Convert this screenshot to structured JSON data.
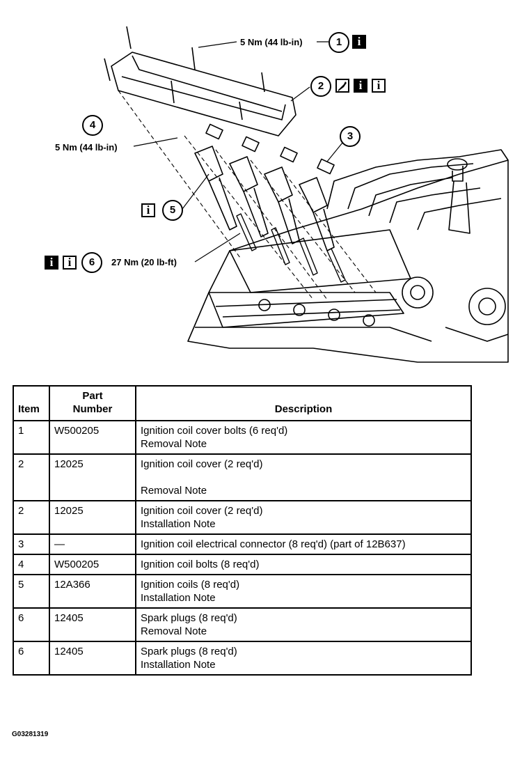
{
  "figure": {
    "callouts": [
      {
        "number": "1",
        "torque": "5 Nm (44 lb-in)",
        "icons": [
          "info-solid"
        ]
      },
      {
        "number": "2",
        "torque": "",
        "icons": [
          "wrench-outline",
          "info-solid",
          "info-outline"
        ]
      },
      {
        "number": "3",
        "torque": "",
        "icons": []
      },
      {
        "number": "4",
        "torque": "5 Nm (44 lb-in)",
        "icons": []
      },
      {
        "number": "5",
        "torque": "",
        "icons": [
          "info-outline"
        ]
      },
      {
        "number": "6",
        "torque": "27 Nm (20 lb-ft)",
        "icons": [
          "info-solid",
          "info-outline"
        ]
      }
    ],
    "icon_glyph": "i",
    "figure_id": "G03281319"
  },
  "table": {
    "headers": {
      "item": "Item",
      "part_line1": "Part",
      "part_line2": "Number",
      "description": "Description"
    },
    "rows": [
      {
        "item": "1",
        "part": "W500205",
        "desc": "Ignition coil cover bolts (6 req'd)",
        "note": "Removal Note"
      },
      {
        "item": "2",
        "part": "12025",
        "desc": "Ignition coil cover (2 req'd)",
        "note": "Removal Note"
      },
      {
        "item": "2",
        "part": "12025",
        "desc": "Ignition coil cover (2 req'd)",
        "note": "Installation Note"
      },
      {
        "item": "3",
        "part": "—",
        "desc": "Ignition coil electrical connector (8 req'd) (part of 12B637)",
        "note": ""
      },
      {
        "item": "4",
        "part": "W500205",
        "desc": "Ignition coil bolts (8 req'd)",
        "note": ""
      },
      {
        "item": "5",
        "part": "12A366",
        "desc": "Ignition coils (8 req'd)",
        "note": "Installation Note"
      },
      {
        "item": "6",
        "part": "12405",
        "desc": "Spark plugs (8 req'd)",
        "note": "Removal Note"
      },
      {
        "item": "6",
        "part": "12405",
        "desc": "Spark plugs (8 req'd)",
        "note": "Installation Note"
      }
    ]
  }
}
